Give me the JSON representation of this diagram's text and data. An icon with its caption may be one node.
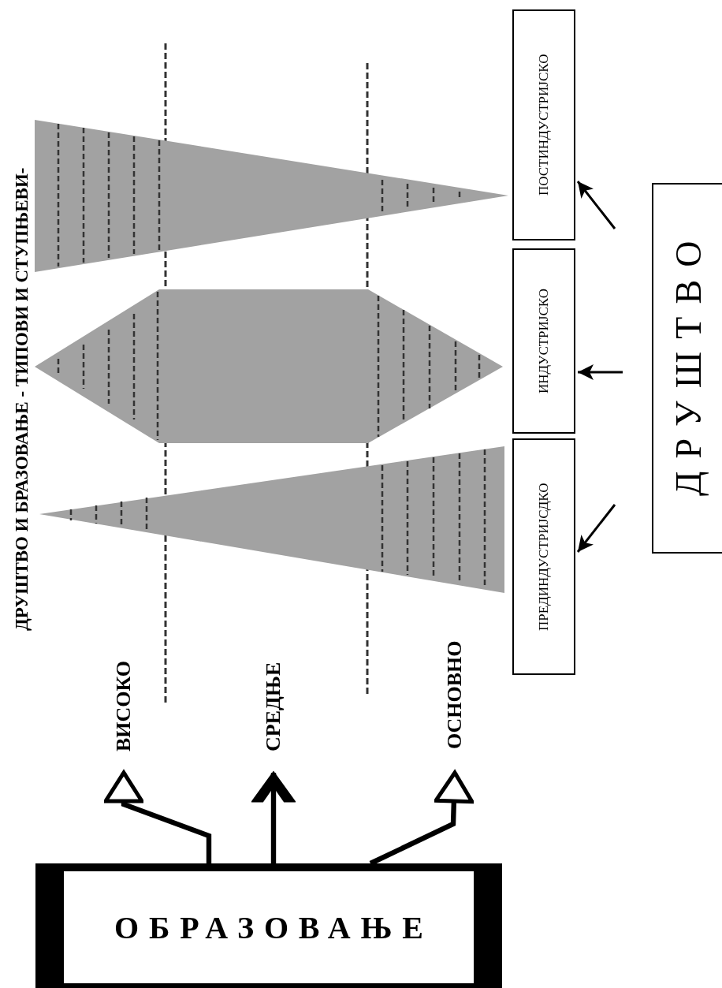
{
  "diagram": {
    "title": "ДРУШТВО И БРАЗОВАЊЕ - ТИПОВИ И СТУПЊЕВИ-",
    "nodes": [
      {
        "text": [
          "ПОСТИНДУСТРИЈСКО"
        ]
      },
      {
        "text": [
          "ИНДУСТРИЈСКО"
        ]
      },
      {
        "text": [
          "ПРЕДИНДУСТРИЈСДКО"
        ]
      },
      {
        "text": [
          "ДРУШТВО"
        ]
      },
      {
        "text": [
          "ВИСОКО"
        ]
      },
      {
        "text": [
          "СРЕДЊЕ"
        ]
      },
      {
        "text": [
          "ОСНОВНО"
        ]
      },
      {
        "text": [
          "ОБРАЗОВАЊЕ"
        ]
      }
    ],
    "edges": [
      {
        "from": 7,
        "to": 4,
        "arrow": "to",
        "style": "thick"
      },
      {
        "from": 7,
        "to": 5,
        "arrow": "to",
        "style": "thick"
      },
      {
        "from": 7,
        "to": 6,
        "arrow": "to",
        "style": "thick"
      },
      {
        "from": 3,
        "to": 0,
        "arrow": "to"
      },
      {
        "from": 3,
        "to": 1,
        "arrow": "to"
      },
      {
        "from": 3,
        "to": 2,
        "arrow": "to"
      }
    ]
  }
}
